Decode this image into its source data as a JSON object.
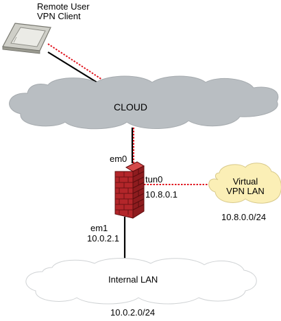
{
  "client": {
    "label_line1": "Remote User",
    "label_line2": "VPN Client"
  },
  "cloud": {
    "label": "CLOUD",
    "fill": "#b9bec2"
  },
  "firewall": {
    "wan_interface": "em0",
    "tunnel_interface": "tun0",
    "tunnel_ip": "10.8.0.1",
    "lan_interface": "em1",
    "lan_ip": "10.0.2.1",
    "brick_color": "#b3262a"
  },
  "vpn_lan": {
    "label_line1": "Virtual",
    "label_line2": "VPN LAN",
    "subnet": "10.8.0.0/24",
    "fill": "#fbefb6"
  },
  "internal_lan": {
    "label": "Internal LAN",
    "subnet": "10.0.2.0/24",
    "fill": "#ffffff"
  },
  "links": {
    "physical_color": "#000000",
    "tunnel_color": "#e0141e"
  }
}
